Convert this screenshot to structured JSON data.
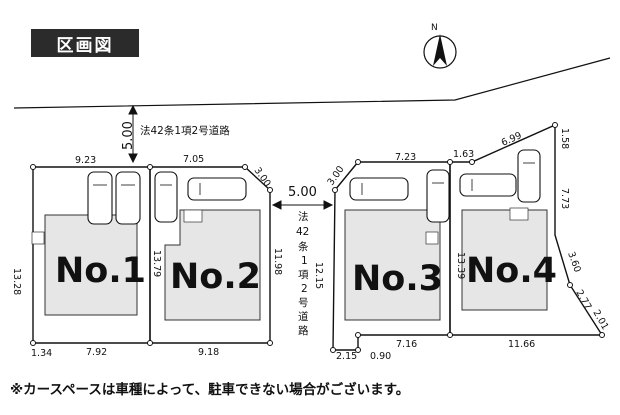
{
  "title": "区画図",
  "compass": {
    "label": "N",
    "icon": "north-arrow-icon"
  },
  "road_top": {
    "width": "5.00",
    "label": "法42条1項2号道路"
  },
  "road_middle": {
    "width": "5.00",
    "label_chars": [
      "法",
      "42",
      "条",
      "1",
      "項",
      "2",
      "号",
      "道",
      "路"
    ]
  },
  "lots": [
    {
      "label": "No.1",
      "dims": {
        "top": "9.23",
        "left": "13.28",
        "bottom": "7.92",
        "corner": "1.34"
      }
    },
    {
      "label": "No.2",
      "dims": {
        "top": "7.05",
        "corner": "3.00",
        "left": "13.79",
        "right": "11.98",
        "bottom": "9.18"
      }
    },
    {
      "label": "No.3",
      "dims": {
        "top": "7.23",
        "corner": "3.00",
        "left": "12.15",
        "bottom_a": "2.15",
        "bottom_b": "0.90",
        "bottom_c": "7.16",
        "right": "13.39"
      }
    },
    {
      "label": "No.4",
      "dims": {
        "top_a": "1.63",
        "top_b": "6.99",
        "right_top": "1.58",
        "right": "7.73",
        "diag_a": "3.60",
        "diag_b": "2.77",
        "diag_c": "2.01",
        "bottom": "11.66"
      }
    }
  ],
  "footnote": "※カースペースは車種によって、駐車できない場合がございます。"
}
